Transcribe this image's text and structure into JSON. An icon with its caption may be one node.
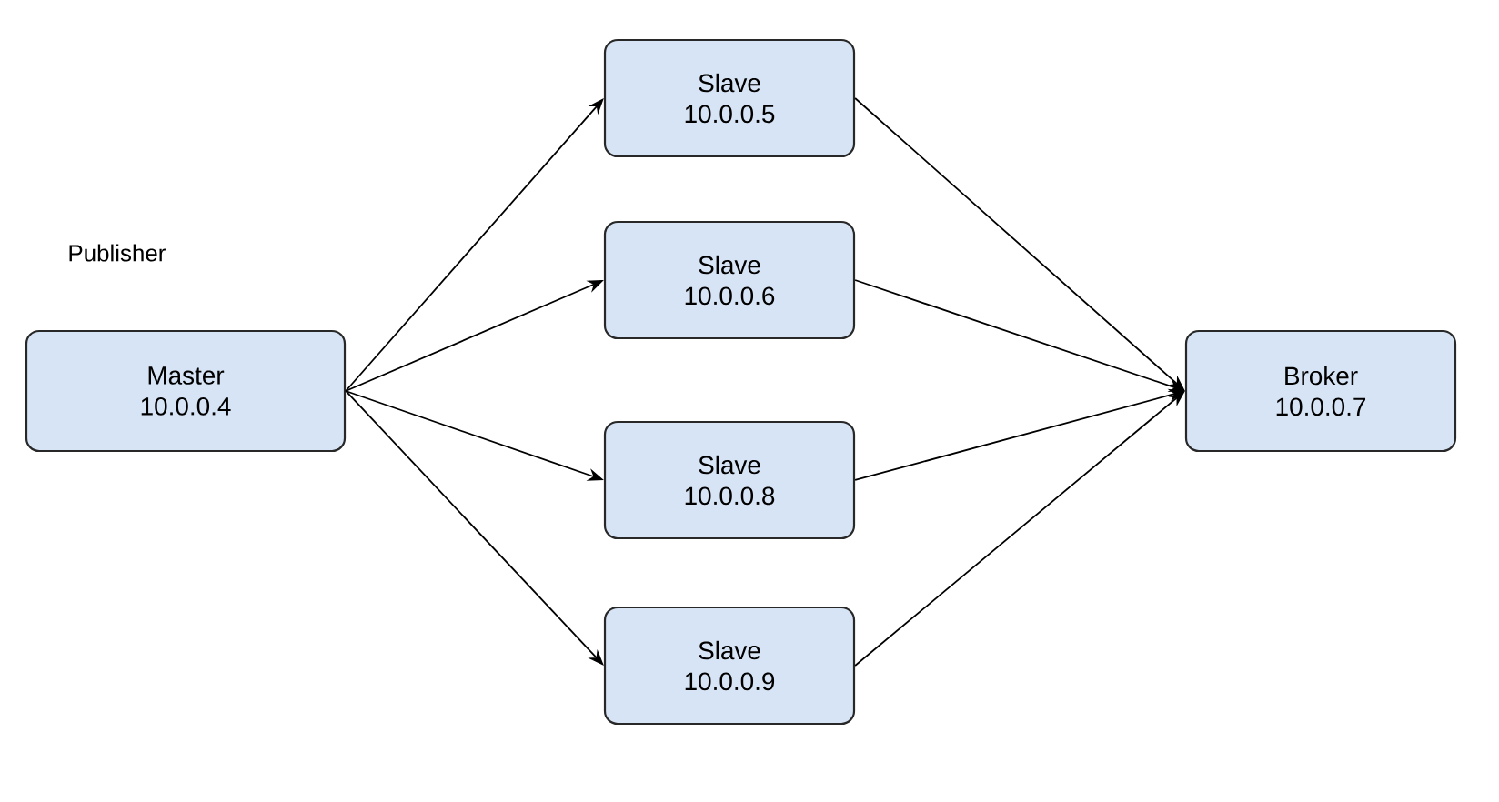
{
  "diagram": {
    "nodes": [
      {
        "text": [
          "Master",
          "10.0.0.4"
        ],
        "beside": [
          "Publisher"
        ]
      },
      {
        "text": [
          "Slave",
          "10.0.0.5"
        ]
      },
      {
        "text": [
          "Slave",
          "10.0.0.6"
        ]
      },
      {
        "text": [
          "Slave",
          "10.0.0.8"
        ]
      },
      {
        "text": [
          "Slave",
          "10.0.0.9"
        ]
      },
      {
        "text": [
          "Broker",
          "10.0.0.7"
        ]
      }
    ],
    "edges": [
      {
        "from": 0,
        "to": 1,
        "arrow": "to"
      },
      {
        "from": 0,
        "to": 2,
        "arrow": "to"
      },
      {
        "from": 0,
        "to": 3,
        "arrow": "to"
      },
      {
        "from": 0,
        "to": 4,
        "arrow": "to"
      },
      {
        "from": 1,
        "to": 5,
        "arrow": "to"
      },
      {
        "from": 2,
        "to": 5,
        "arrow": "to"
      },
      {
        "from": 3,
        "to": 5,
        "arrow": "to"
      },
      {
        "from": 4,
        "to": 5,
        "arrow": "to"
      }
    ]
  }
}
